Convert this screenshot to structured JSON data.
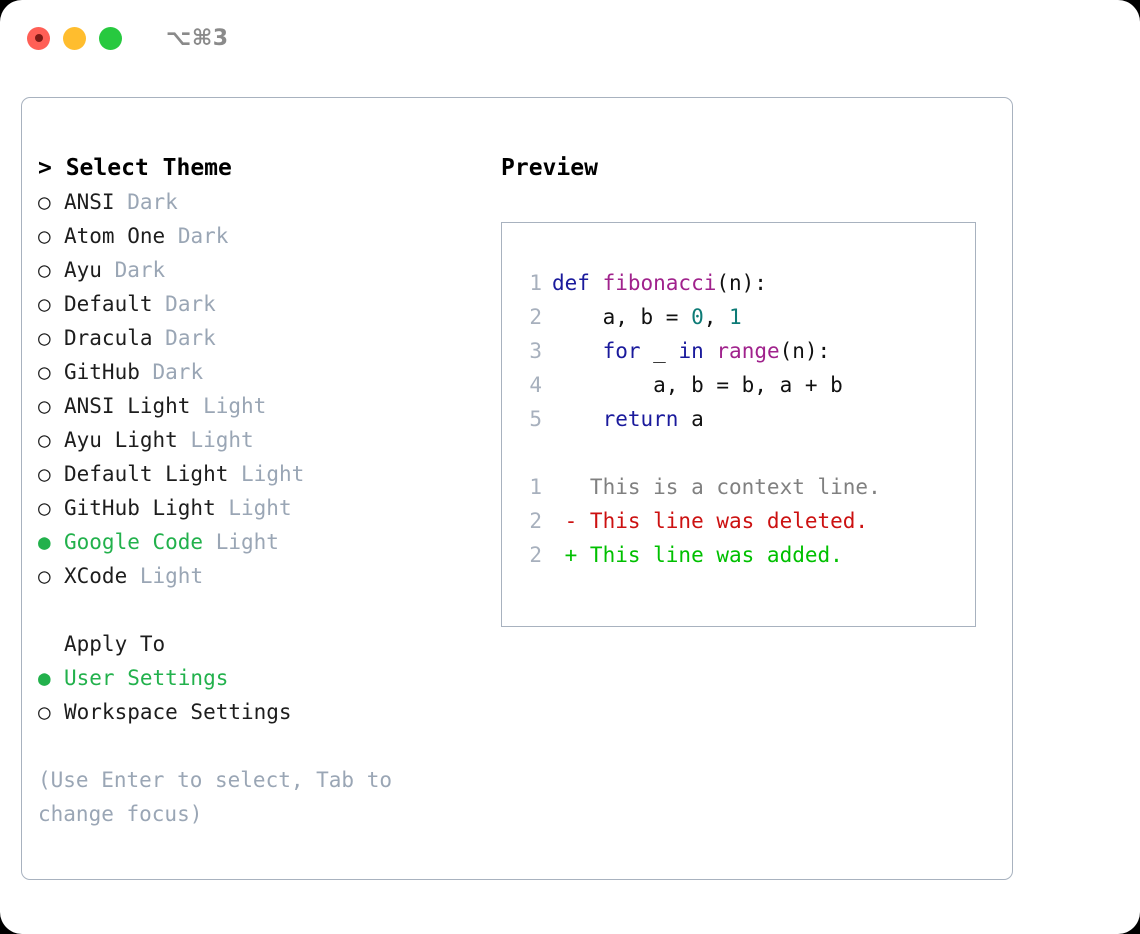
{
  "window": {
    "shortcut_label": "⌥⌘3",
    "traffic_lights": [
      {
        "name": "close",
        "color": "#ff5f56"
      },
      {
        "name": "minimize",
        "color": "#ffbd2e"
      },
      {
        "name": "maximize",
        "color": "#27c93f"
      }
    ]
  },
  "accent": {
    "selected_green": "#22b14c",
    "muted_gray": "#9aa6b5",
    "border": "#a8b2bf"
  },
  "theme_list": {
    "title": "Select Theme",
    "caret": "> ",
    "marker_unselected": "○ ",
    "marker_selected": "● ",
    "items": [
      {
        "name": "ANSI",
        "kind": "Dark",
        "selected": false
      },
      {
        "name": "Atom One",
        "kind": "Dark",
        "selected": false
      },
      {
        "name": "Ayu",
        "kind": "Dark",
        "selected": false
      },
      {
        "name": "Default",
        "kind": "Dark",
        "selected": false
      },
      {
        "name": "Dracula",
        "kind": "Dark",
        "selected": false
      },
      {
        "name": "GitHub",
        "kind": "Dark",
        "selected": false
      },
      {
        "name": "ANSI Light",
        "kind": "Light",
        "selected": false
      },
      {
        "name": "Ayu Light",
        "kind": "Light",
        "selected": false
      },
      {
        "name": "Default Light",
        "kind": "Light",
        "selected": false
      },
      {
        "name": "GitHub Light",
        "kind": "Light",
        "selected": false
      },
      {
        "name": "Google Code",
        "kind": "Light",
        "selected": true
      },
      {
        "name": "XCode",
        "kind": "Light",
        "selected": false
      }
    ]
  },
  "apply_to": {
    "label": "Apply To",
    "options": [
      {
        "name": "User Settings",
        "selected": true
      },
      {
        "name": "Workspace Settings",
        "selected": false
      }
    ]
  },
  "help_text": "(Use Enter to select, Tab to change focus)",
  "preview": {
    "title": "Preview",
    "code_lines": [
      {
        "num": "1",
        "tokens": [
          {
            "t": "def ",
            "c": "kw"
          },
          {
            "t": "fibonacci",
            "c": "fn"
          },
          {
            "t": "(n):",
            "c": "plain"
          }
        ]
      },
      {
        "num": "2",
        "tokens": [
          {
            "t": "    a, b = ",
            "c": "plain"
          },
          {
            "t": "0",
            "c": "num"
          },
          {
            "t": ", ",
            "c": "plain"
          },
          {
            "t": "1",
            "c": "num"
          }
        ]
      },
      {
        "num": "3",
        "tokens": [
          {
            "t": "    ",
            "c": "plain"
          },
          {
            "t": "for",
            "c": "kw"
          },
          {
            "t": " _ ",
            "c": "plain"
          },
          {
            "t": "in",
            "c": "kw"
          },
          {
            "t": " ",
            "c": "plain"
          },
          {
            "t": "range",
            "c": "fn"
          },
          {
            "t": "(n):",
            "c": "plain"
          }
        ]
      },
      {
        "num": "4",
        "tokens": [
          {
            "t": "        a, b = b, a + b",
            "c": "plain"
          }
        ]
      },
      {
        "num": "5",
        "tokens": [
          {
            "t": "    ",
            "c": "plain"
          },
          {
            "t": "return",
            "c": "kw"
          },
          {
            "t": " a",
            "c": "plain"
          }
        ]
      },
      {
        "num": "",
        "tokens": []
      },
      {
        "num": "1",
        "tokens": [
          {
            "t": "   This is a context line.",
            "c": "diff-ctx"
          }
        ]
      },
      {
        "num": "2",
        "tokens": [
          {
            "t": " - This line was deleted.",
            "c": "diff-del"
          }
        ]
      },
      {
        "num": "2",
        "tokens": [
          {
            "t": " + This line was added.",
            "c": "diff-add"
          }
        ]
      }
    ]
  }
}
